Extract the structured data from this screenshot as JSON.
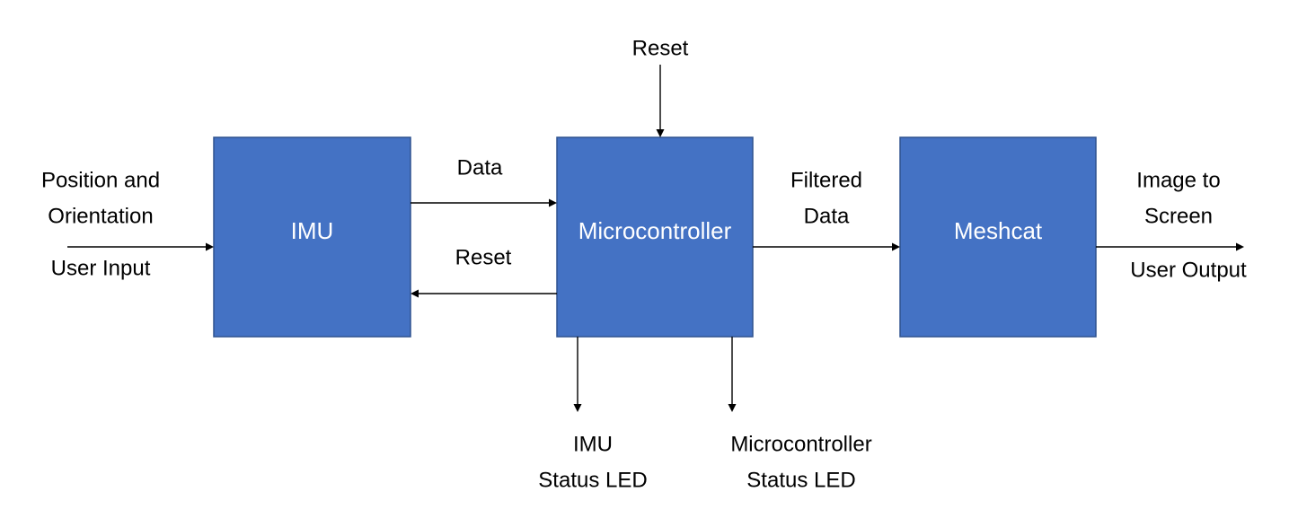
{
  "colors": {
    "block_fill": "#4472c4",
    "block_border": "#2f528f",
    "block_text": "#ffffff",
    "line": "#000000",
    "text": "#000000",
    "background": "#ffffff"
  },
  "blocks": {
    "imu": "IMU",
    "microcontroller": "Microcontroller",
    "meshcat": "Meshcat"
  },
  "labels": {
    "input_line1": "Position and",
    "input_line2": "Orientation",
    "input_sub": "User Input",
    "data": "Data",
    "reset_back": "Reset",
    "reset_top": "Reset",
    "filtered_line1": "Filtered",
    "filtered_line2": "Data",
    "output_line1": "Image to",
    "output_line2": "Screen",
    "output_sub": "User Output",
    "imu_led_line1": "IMU",
    "imu_led_line2": "Status LED",
    "mc_led_line1": "Microcontroller",
    "mc_led_line2": "Status LED"
  }
}
